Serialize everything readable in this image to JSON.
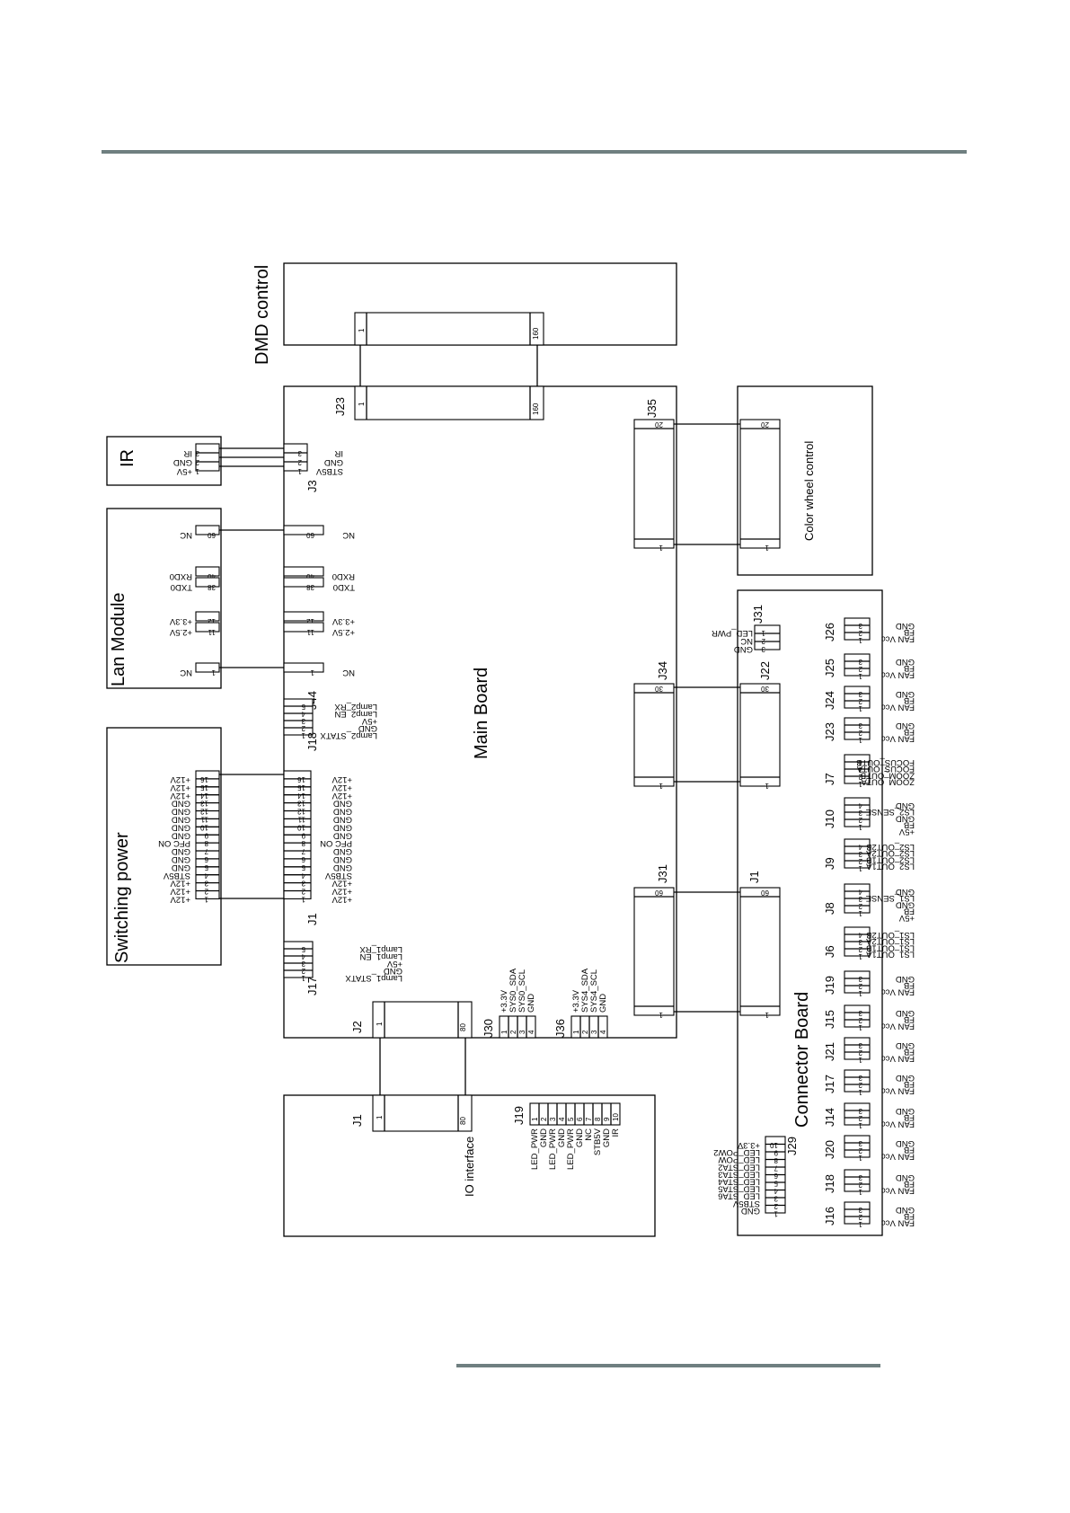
{
  "boards": {
    "dmd": "DMD control",
    "ir": "IR",
    "lan": "Lan Module",
    "switching": "Switching power",
    "main": "Main Board",
    "io": "IO interface",
    "color_wheel": "Color wheel control",
    "connector": "Connector Board"
  },
  "ir_signals": [
    "IR",
    "GND",
    "+5V"
  ],
  "ir_pins": [
    "3",
    "2",
    "1"
  ],
  "main_j3": {
    "label": "J3",
    "signals": [
      "IR",
      "GND",
      "STB5V"
    ],
    "pins": [
      "3",
      "2",
      "1"
    ]
  },
  "j23_main": {
    "label": "J23",
    "pin_first": "1",
    "pin_last": "160"
  },
  "dmd_conn": {
    "pin_first": "1",
    "pin_last": "160"
  },
  "lan_rows": [
    {
      "pin": "60",
      "sig": "NC"
    },
    {
      "pin": "40",
      "sig": "RXD0"
    },
    {
      "pin": "38",
      "sig": "TXD0"
    },
    {
      "pin": "12",
      "sig": "+3.3V"
    },
    {
      "pin": "11",
      "sig": "+2.5V"
    },
    {
      "pin": "1",
      "sig": "NC"
    }
  ],
  "main_j44": {
    "label": "J44"
  },
  "j18": {
    "label": "J18",
    "signals": [
      "Lamp2_RX",
      "Lamp2_EN",
      "+5V",
      "GND",
      "Lamp2_STATX"
    ],
    "pins": [
      "5",
      "4",
      "3",
      "2",
      "1"
    ]
  },
  "power_rows": [
    {
      "pin": "16",
      "sig": "+12V"
    },
    {
      "pin": "15",
      "sig": "+12V"
    },
    {
      "pin": "14",
      "sig": "+12V"
    },
    {
      "pin": "13",
      "sig": "GND"
    },
    {
      "pin": "12",
      "sig": "GND"
    },
    {
      "pin": "11",
      "sig": "GND"
    },
    {
      "pin": "10",
      "sig": "GND"
    },
    {
      "pin": "9",
      "sig": "GND"
    },
    {
      "pin": "8",
      "sig": "PFC ON"
    },
    {
      "pin": "7",
      "sig": "GND"
    },
    {
      "pin": "6",
      "sig": "GND"
    },
    {
      "pin": "5",
      "sig": "GND"
    },
    {
      "pin": "4",
      "sig": "STB5V"
    },
    {
      "pin": "3",
      "sig": "+12V"
    },
    {
      "pin": "2",
      "sig": "+12V"
    },
    {
      "pin": "1",
      "sig": "+12V"
    }
  ],
  "power_main_j1": "J1",
  "j17": {
    "label": "J17",
    "signals": [
      "Lamp1_RX",
      "Lamp1_EN",
      "+5V",
      "GND",
      "Lamp1_STATX"
    ],
    "pins": [
      "5",
      "4",
      "3",
      "2",
      "1"
    ]
  },
  "j2": {
    "label": "J2",
    "pin_first": "1",
    "pin_last": "80"
  },
  "io_j1": {
    "label": "J1",
    "pin_first": "1",
    "pin_last": "80"
  },
  "j30": {
    "label": "J30",
    "signals": [
      "+3.3V",
      "SYS0_SDA",
      "SYS0_SCL",
      "GND"
    ],
    "pins": [
      "1",
      "2",
      "3",
      "4"
    ]
  },
  "j36": {
    "label": "J36",
    "signals": [
      "+3.3V",
      "SYS4_SDA",
      "SYS4_SCL",
      "GND"
    ],
    "pins": [
      "1",
      "2",
      "3",
      "4"
    ]
  },
  "j19_io": {
    "label": "J19",
    "signals": [
      "LED_PWR",
      "GND",
      "LED_PWR",
      "GND",
      "LED_PWR",
      "GND",
      "NC",
      "STB5V",
      "GND",
      "IR"
    ],
    "pins": [
      "1",
      "2",
      "3",
      "4",
      "5",
      "6",
      "7",
      "8",
      "9",
      "10"
    ]
  },
  "j35": {
    "label": "J35",
    "pin_first": "1",
    "pin_last": "20"
  },
  "cw_conn": {
    "pin_first": "1",
    "pin_last": "20"
  },
  "j34": {
    "label": "J34",
    "pin_first": "1",
    "pin_last": "30"
  },
  "j22": {
    "label": "J22",
    "pin_first": "1",
    "pin_last": "30"
  },
  "j31_main": {
    "label": "J31",
    "pin_first": "1",
    "pin_last": "60"
  },
  "cb_j1": {
    "label": "J1",
    "pin_first": "1",
    "pin_last": "60"
  },
  "cb_j31": {
    "label": "J31",
    "signals": [
      "LED_PWR",
      "NC",
      "GND"
    ],
    "pins": [
      "1",
      "2",
      "3"
    ]
  },
  "cb_connectors": [
    {
      "label": "J26",
      "signals": [
        "FAN Vcc",
        "FB",
        "GND"
      ],
      "pins": [
        "1",
        "2",
        "3"
      ]
    },
    {
      "label": "J25",
      "signals": [
        "FAN Vcc",
        "FB",
        "GND"
      ],
      "pins": [
        "1",
        "2",
        "3"
      ]
    },
    {
      "label": "J24",
      "signals": [
        "FAN Vcc",
        "FB",
        "GND"
      ],
      "pins": [
        "1",
        "2",
        "3"
      ]
    },
    {
      "label": "J23",
      "signals": [
        "FAN Vcc",
        "FB",
        "GND"
      ],
      "pins": [
        "1",
        "2",
        "3"
      ]
    },
    {
      "label": "J7",
      "signals": [
        "ZOOM_OUTA",
        "ZOOM_OUTB",
        "FOCUS_OUTA",
        "FOCUS_OUTB"
      ],
      "pins": [
        "1",
        "2",
        "3",
        "4"
      ]
    },
    {
      "label": "J10",
      "signals": [
        "+5V",
        "FB",
        "GND",
        "LS2_SENSE",
        "GND"
      ],
      "pins": [
        "1",
        "2",
        "3",
        "4"
      ]
    },
    {
      "label": "J9",
      "signals": [
        "LS2_OUT1A",
        "LS2_OUT1B",
        "LS2_OUT2A",
        "LS2_OUT2B"
      ],
      "pins": [
        "1",
        "2",
        "3",
        "4"
      ]
    },
    {
      "label": "J8",
      "signals": [
        "+5V",
        "FB",
        "GND",
        "LS1_SENSE",
        "GND"
      ],
      "pins": [
        "1",
        "2",
        "3",
        "4"
      ]
    },
    {
      "label": "J6",
      "signals": [
        "LS1_OUT1A",
        "LS1_OUT1B",
        "LS1_OUT2A",
        "LS1_OUT2B"
      ],
      "pins": [
        "1",
        "2",
        "3",
        "4"
      ]
    },
    {
      "label": "J19",
      "signals": [
        "FAN Vcc",
        "FB",
        "GND"
      ],
      "pins": [
        "1",
        "2",
        "3"
      ]
    },
    {
      "label": "J15",
      "signals": [
        "FAN Vcc",
        "FB",
        "GND"
      ],
      "pins": [
        "1",
        "2",
        "3"
      ]
    },
    {
      "label": "J21",
      "signals": [
        "FAN Vcc",
        "FB",
        "GND"
      ],
      "pins": [
        "1",
        "2",
        "3"
      ]
    },
    {
      "label": "J17",
      "signals": [
        "FAN Vcc",
        "FB",
        "GND"
      ],
      "pins": [
        "1",
        "2",
        "3"
      ]
    },
    {
      "label": "J14",
      "signals": [
        "FAN Vcc",
        "FB",
        "GND"
      ],
      "pins": [
        "1",
        "2",
        "3"
      ]
    },
    {
      "label": "J20",
      "signals": [
        "FAN Vcc",
        "FB",
        "GND"
      ],
      "pins": [
        "1",
        "2",
        "3"
      ]
    },
    {
      "label": "J18",
      "signals": [
        "FAN Vcc",
        "FB",
        "GND"
      ],
      "pins": [
        "1",
        "2",
        "3"
      ]
    },
    {
      "label": "J16",
      "signals": [
        "FAN Vcc",
        "FB",
        "GND"
      ],
      "pins": [
        "1",
        "2",
        "3"
      ]
    }
  ],
  "cb_j29": {
    "label": "J29",
    "signals": [
      "GND",
      "STB5V",
      "LED_STA6",
      "LED_STA5",
      "LED_STA4",
      "LED_STA3",
      "LED_STA2",
      "LED_POW",
      "LED_POW2",
      "+3.3V"
    ],
    "pins": [
      "1",
      "2",
      "3",
      "4",
      "5",
      "6",
      "7",
      "8",
      "9",
      "10"
    ]
  }
}
